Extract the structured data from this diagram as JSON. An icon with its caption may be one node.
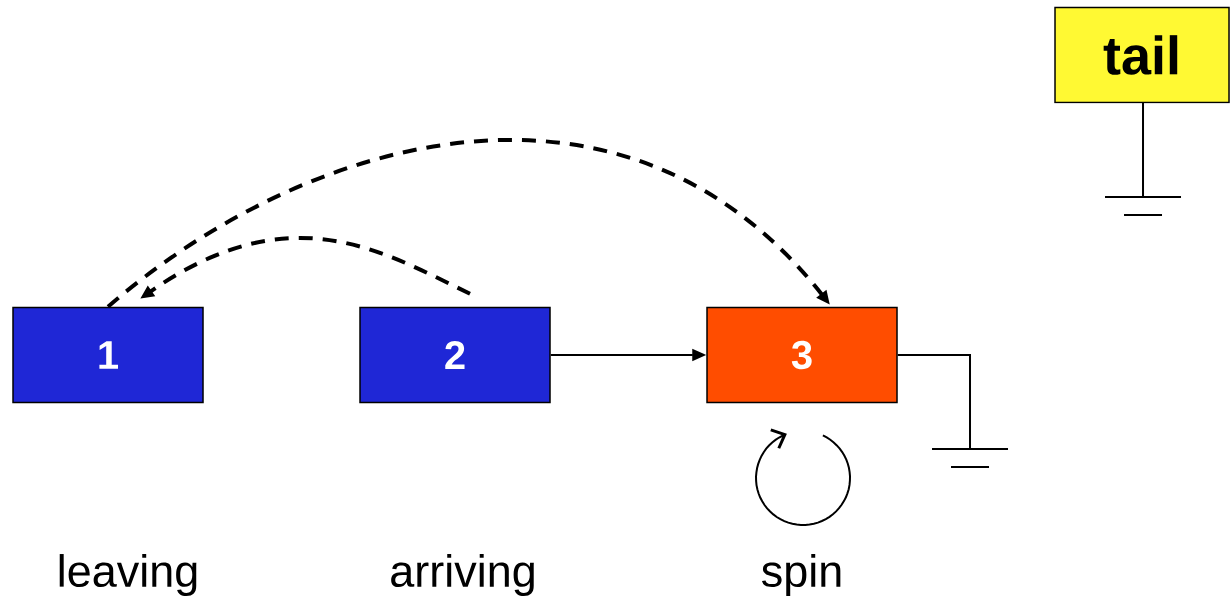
{
  "diagram": {
    "nodes": [
      {
        "text": [
          "1"
        ],
        "beside": [
          "leaving"
        ]
      },
      {
        "text": [
          "2"
        ],
        "beside": [
          "arriving"
        ]
      },
      {
        "text": [
          "3"
        ],
        "beside": [
          "spin"
        ]
      },
      {
        "text": [
          "tail"
        ]
      },
      {
        "text": [],
        "shape": "ground"
      },
      {
        "text": [],
        "shape": "ground"
      }
    ],
    "edges": [
      {
        "from": 1,
        "to": 2,
        "arrow": "to"
      },
      {
        "from": 1,
        "to": 0,
        "arrow": "to",
        "style": "dashed"
      },
      {
        "from": 0,
        "to": 2,
        "arrow": "to",
        "style": "dashed"
      },
      {
        "from": 2,
        "to": 4,
        "arrow": "none"
      },
      {
        "from": 3,
        "to": 5,
        "arrow": "none"
      }
    ]
  }
}
